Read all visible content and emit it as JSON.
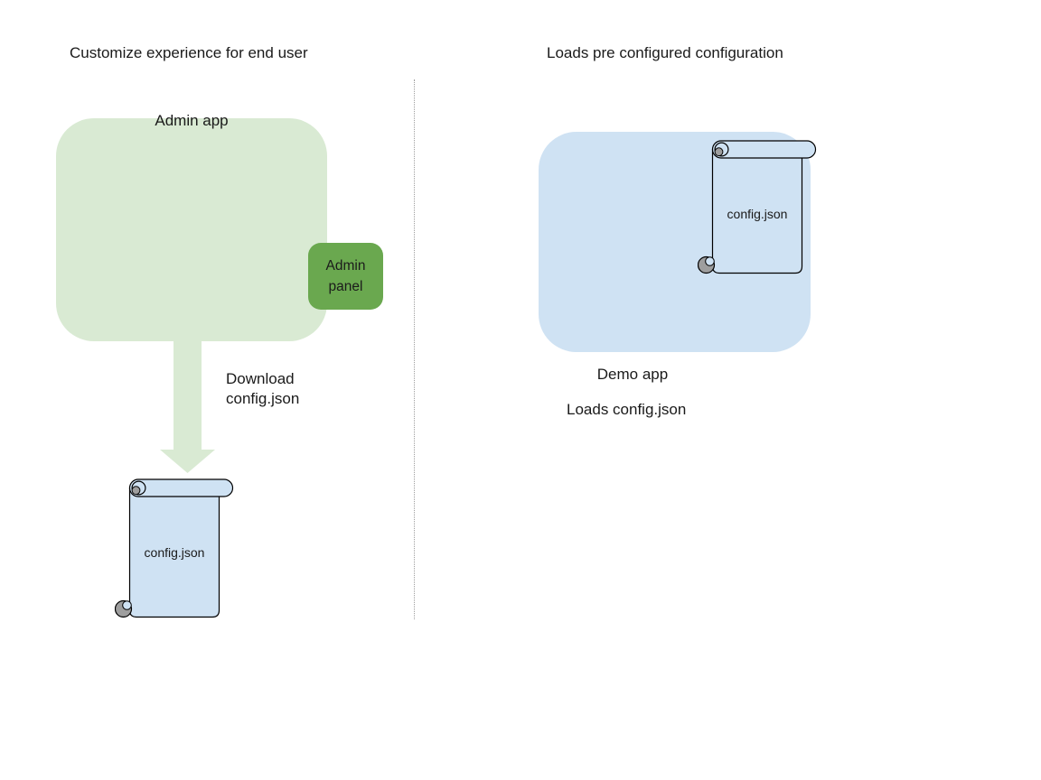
{
  "colors": {
    "background": "#ffffff",
    "admin_app_fill": "#d9ead3",
    "admin_panel_fill": "#6aa84f",
    "arrow_fill": "#d9ead3",
    "demo_app_fill": "#cfe2f3",
    "file_fill": "#cfe2f3",
    "curl_gray": "#9e9e9e",
    "outline": "#000000",
    "divider": "#9e9e9e",
    "text": "#1a1a1a"
  },
  "left": {
    "title": "Customize experience for end user",
    "admin_app_label": "Admin app",
    "admin_panel_label": "Admin panel",
    "download_label": "Download config.json",
    "config_file_label": "config.json"
  },
  "right": {
    "title": "Loads pre configured configuration",
    "demo_app_label": "Demo app",
    "config_file_label": "config.json",
    "caption": "Loads config.json"
  }
}
